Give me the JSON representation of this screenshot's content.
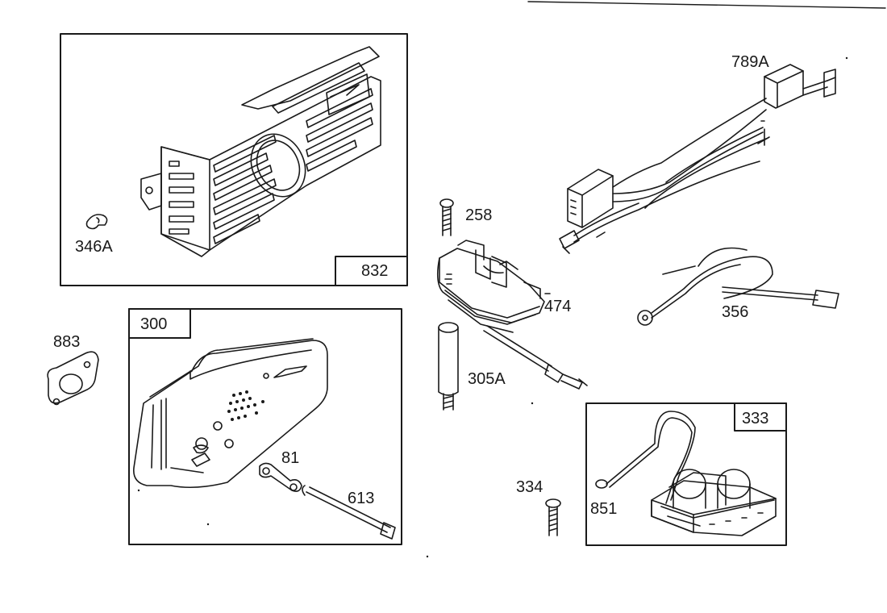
{
  "diagram": {
    "panels": [
      {
        "id": "panel-832",
        "label": "832"
      },
      {
        "id": "panel-300",
        "label": "300"
      },
      {
        "id": "panel-333",
        "label": "333"
      }
    ],
    "parts": [
      {
        "id": "part-346A",
        "label": "346A"
      },
      {
        "id": "part-883",
        "label": "883"
      },
      {
        "id": "part-81",
        "label": "81"
      },
      {
        "id": "part-613",
        "label": "613"
      },
      {
        "id": "part-258",
        "label": "258"
      },
      {
        "id": "part-474",
        "label": "474"
      },
      {
        "id": "part-305A",
        "label": "305A"
      },
      {
        "id": "part-334",
        "label": "334"
      },
      {
        "id": "part-789A",
        "label": "789A"
      },
      {
        "id": "part-356",
        "label": "356"
      },
      {
        "id": "part-851",
        "label": "851"
      }
    ]
  }
}
